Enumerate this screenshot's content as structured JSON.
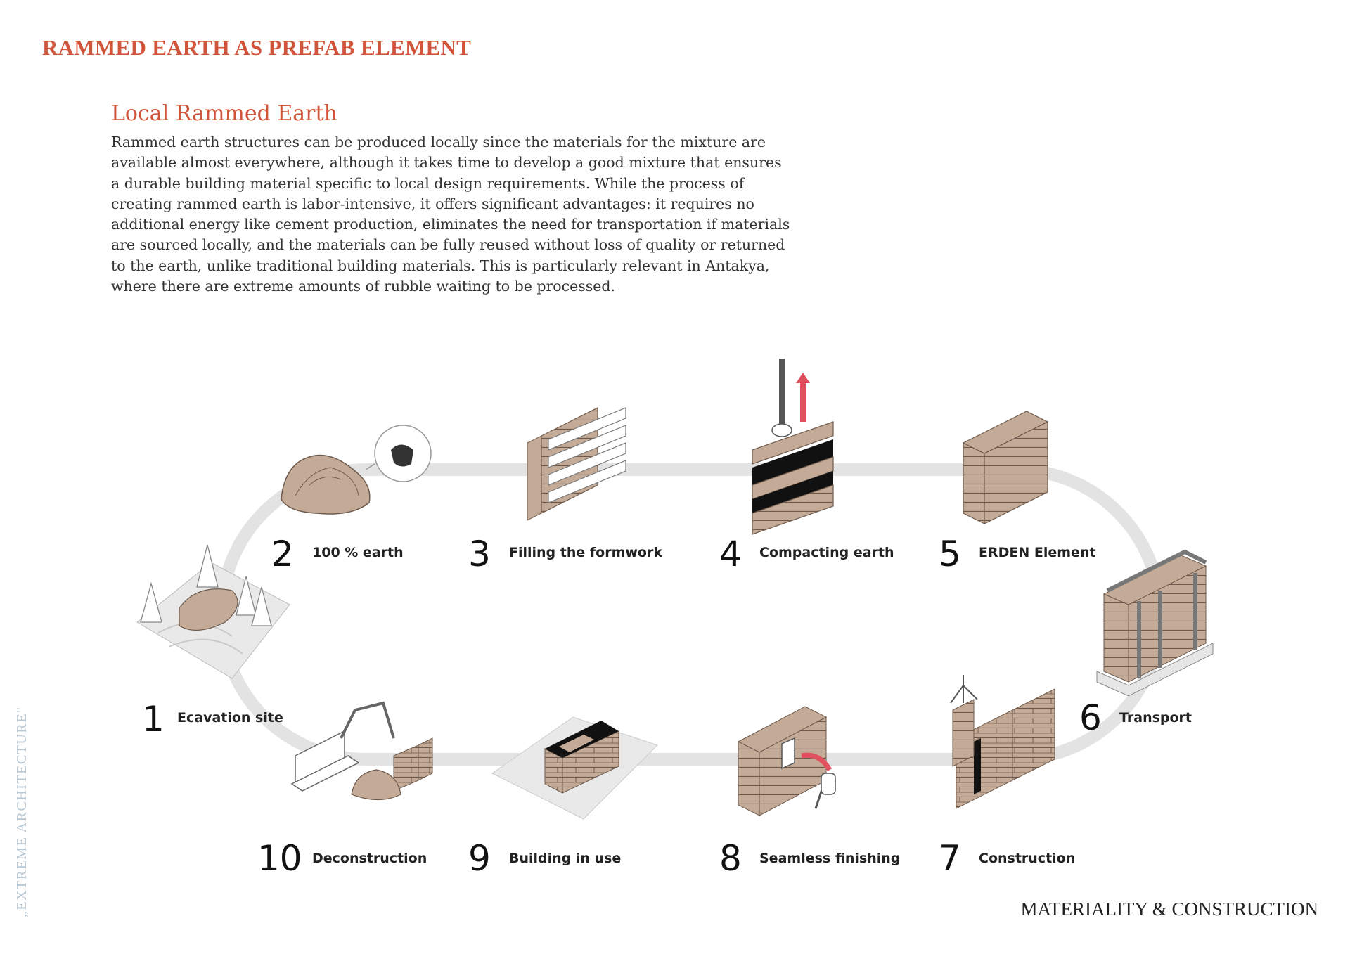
{
  "page": {
    "title": "RAMMED EARTH AS PREFAB ELEMENT",
    "section_title": "Local Rammed Earth",
    "body": "Rammed earth structures can be produced locally since the materials for the mixture are available almost everywhere, although it takes time to develop a good mixture that ensures a durable building material specific to local design requirements. While the process of creating rammed earth is labor-intensive, it offers significant advantages: it requires no additional energy like cement production, eliminates the need for transportation if materials are sourced locally, and the materials can be fully reused without loss of quality or returned to the earth, unlike traditional building materials. This is particularly relevant in Antakya, where there are extreme amounts of rubble waiting to be processed.",
    "side_label": "„EXTREME ARCHITECTURE\"",
    "footer": "MATERIALITY & CONSTRUCTION"
  },
  "colors": {
    "accent": "#d0553a",
    "earth": "#c4ab97",
    "loop": "#e3e3e3",
    "arrow": "#e0505e",
    "side_label": "#b8c8d4"
  },
  "steps": [
    {
      "number": "1",
      "label": "Ecavation site"
    },
    {
      "number": "2",
      "label": "100 % earth"
    },
    {
      "number": "3",
      "label": "Filling the formwork"
    },
    {
      "number": "4",
      "label": "Compacting earth"
    },
    {
      "number": "5",
      "label": "ERDEN Element"
    },
    {
      "number": "6",
      "label": "Transport"
    },
    {
      "number": "7",
      "label": "Construction"
    },
    {
      "number": "8",
      "label": "Seamless finishing"
    },
    {
      "number": "9",
      "label": "Building in use"
    },
    {
      "number": "10",
      "label": "Deconstruction"
    }
  ]
}
